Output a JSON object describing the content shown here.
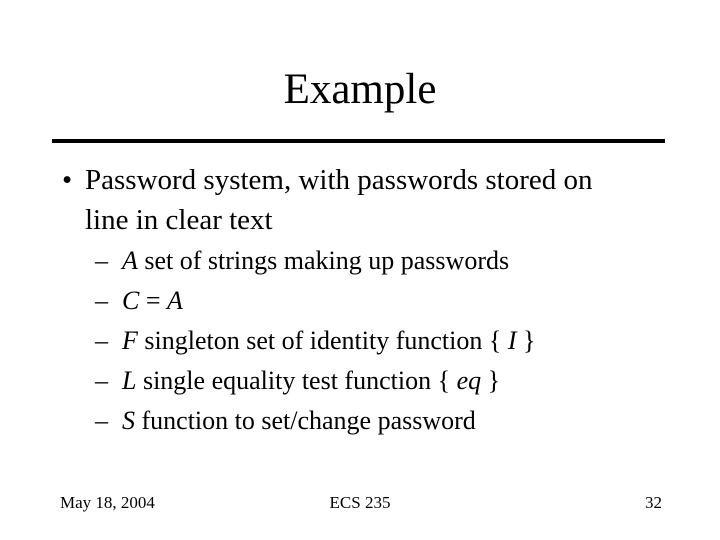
{
  "slide": {
    "title": "Example",
    "colors": {
      "background": "#ffffff",
      "text": "#000000",
      "rule": "#000000"
    },
    "bullet": {
      "marker": "•",
      "lines": [
        "Password system, with passwords stored on",
        "line in clear text"
      ]
    },
    "sub_bullets": [
      {
        "marker": "–",
        "segments": [
          {
            "text": "A",
            "italic": true
          },
          {
            "text": " set of strings making up passwords",
            "italic": false
          }
        ]
      },
      {
        "marker": "–",
        "segments": [
          {
            "text": "C",
            "italic": true
          },
          {
            "text": " = ",
            "italic": false
          },
          {
            "text": "A",
            "italic": true
          }
        ]
      },
      {
        "marker": "–",
        "segments": [
          {
            "text": "F",
            "italic": true
          },
          {
            "text": " singleton set of identity function { ",
            "italic": false
          },
          {
            "text": "I",
            "italic": true
          },
          {
            "text": " }",
            "italic": false
          }
        ]
      },
      {
        "marker": "–",
        "segments": [
          {
            "text": "L",
            "italic": true
          },
          {
            "text": " single equality test function { ",
            "italic": false
          },
          {
            "text": "eq",
            "italic": true
          },
          {
            "text": " }",
            "italic": false
          }
        ]
      },
      {
        "marker": "–",
        "segments": [
          {
            "text": "S",
            "italic": true
          },
          {
            "text": " function to set/change password",
            "italic": false
          }
        ]
      }
    ],
    "footer": {
      "date": "May 18, 2004",
      "course": "ECS 235",
      "page_number": "32"
    }
  }
}
